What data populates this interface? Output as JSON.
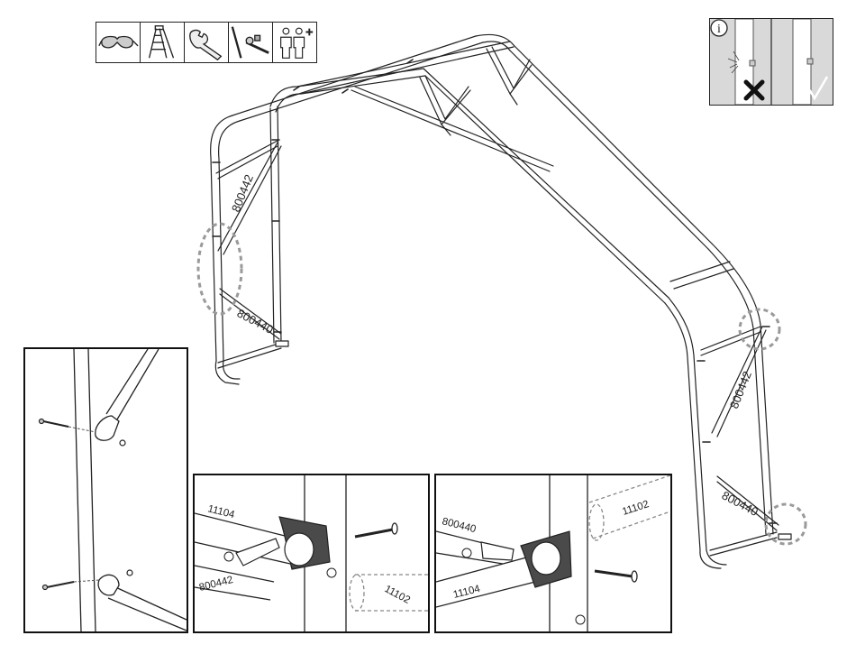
{
  "tools": [
    {
      "icon": "safety-glasses-icon"
    },
    {
      "icon": "step-ladder-icon"
    },
    {
      "icon": "wrench-icon"
    },
    {
      "icon": "socket-wrench-icon"
    },
    {
      "icon": "two-people-plus-icon"
    }
  ],
  "info": {
    "symbol": "i",
    "icon": "info-icon",
    "wrong_icon": "cross-mark-icon",
    "right_icon": "check-mark-icon"
  },
  "frame_labels": {
    "left_brace": "800442",
    "left_strut": "800440",
    "right_brace": "800442",
    "right_strut": "800440"
  },
  "detail_middle": {
    "part_top": "11104",
    "part_bracket": "800442",
    "part_hidden": "11102"
  },
  "detail_right": {
    "part_top": "800440",
    "part_pipe": "11104",
    "part_hidden": "11102"
  },
  "colors": {
    "bracket": "#4a4a4a",
    "highlight_circle": "#9a9a9a",
    "info_bg": "#d9d9d9"
  }
}
